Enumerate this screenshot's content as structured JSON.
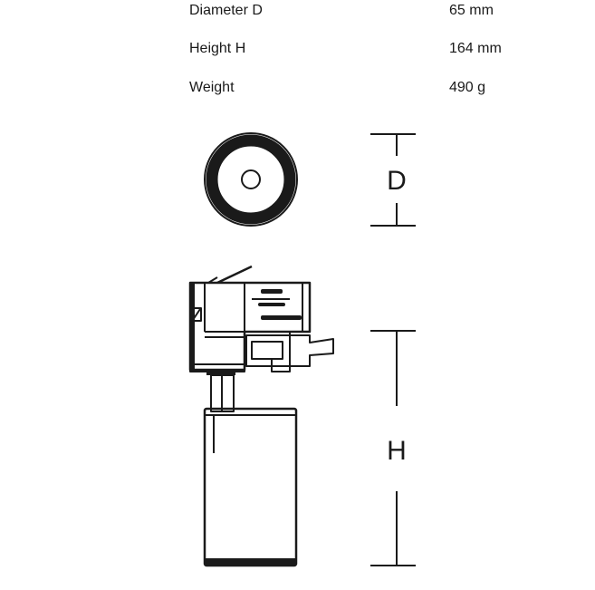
{
  "specs": [
    {
      "label": "Diameter D",
      "value": "65 mm"
    },
    {
      "label": "Height H",
      "value": "164 mm"
    },
    {
      "label": "Weight",
      "value": "490 g"
    }
  ],
  "dimensions": {
    "diameter_letter": "D",
    "height_letter": "H"
  },
  "colors": {
    "line": "#1a1a1a",
    "background": "#ffffff"
  }
}
